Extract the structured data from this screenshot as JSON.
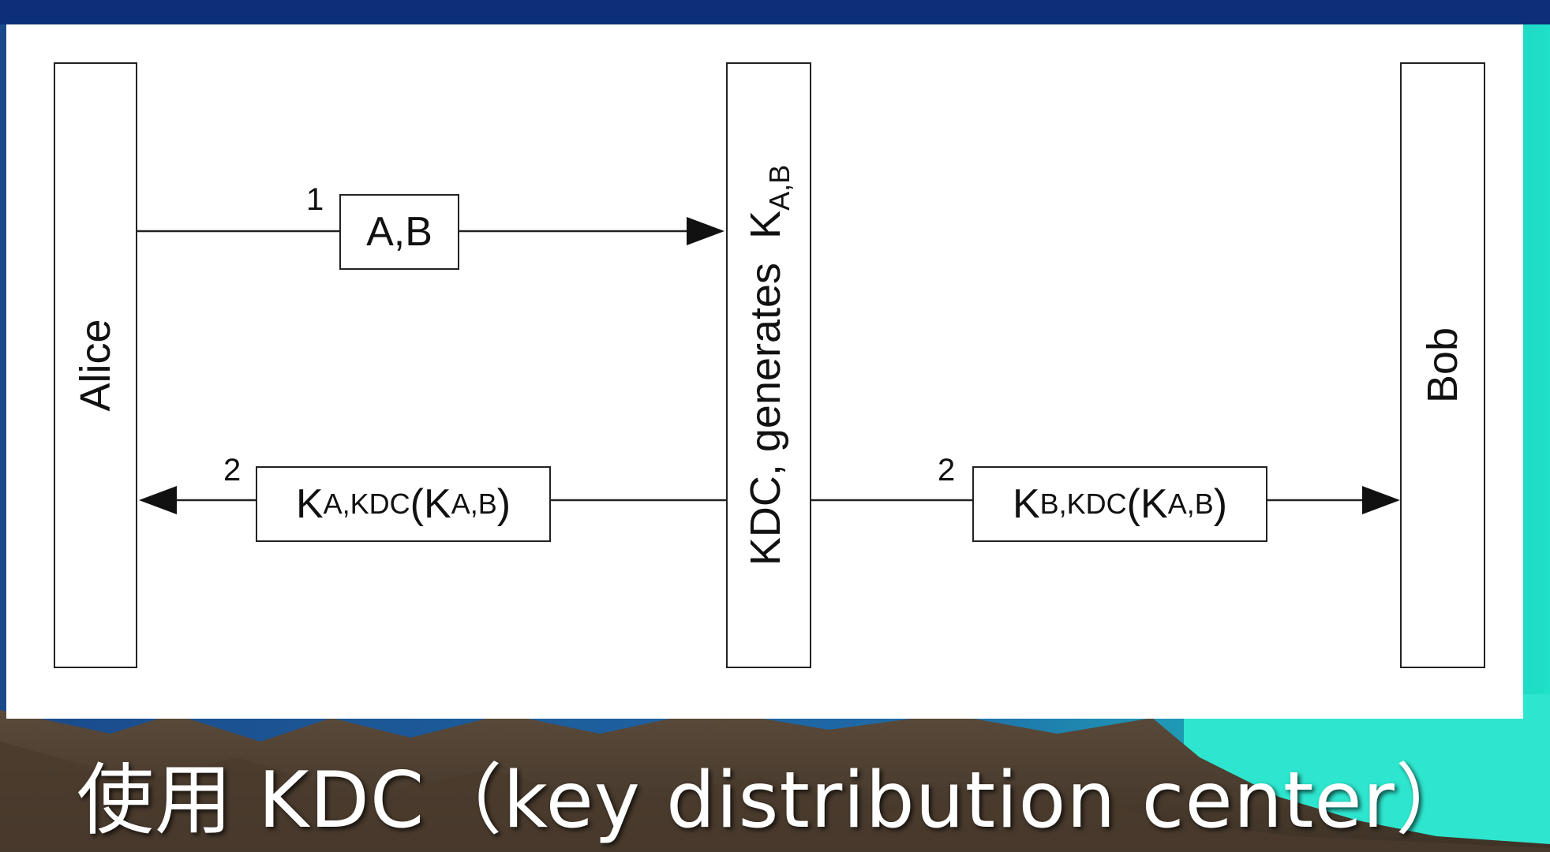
{
  "colors": {
    "top_bar": "#0d2f7a",
    "panel": "#ffffff",
    "caption_text": "#ffffff",
    "line": "#222222"
  },
  "diagram": {
    "alice": {
      "label": "Alice"
    },
    "kdc": {
      "label_prefix": "KDC, generates",
      "key_letter": "K",
      "key_sub": "A,B"
    },
    "bob": {
      "label": "Bob"
    },
    "messages": {
      "m1": {
        "step": "1",
        "text": "A,B"
      },
      "m2_alice": {
        "step": "2",
        "k1": "K",
        "k1_sub": "A,KDC",
        "open": "(",
        "k2": "K",
        "k2_sub": "A,B",
        "close": ")"
      },
      "m2_bob": {
        "step": "2",
        "k1": "K",
        "k1_sub": "B,KDC",
        "open": "(",
        "k2": "K",
        "k2_sub": "A,B",
        "close": ")"
      }
    }
  },
  "caption": "使用 KDC（key distribution center）"
}
